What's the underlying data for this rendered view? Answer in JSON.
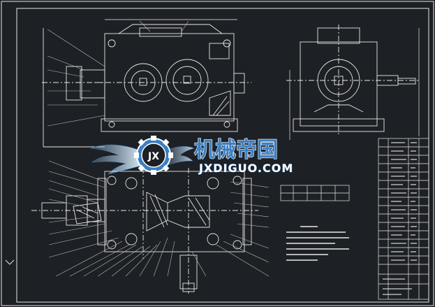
{
  "watermark": {
    "title_cn": "机械帝国",
    "site": "JXDIGUO.COM",
    "badge": "JX"
  },
  "colors": {
    "background": "#1d2024",
    "line": "#e8e8e8",
    "dim": "#bdbdbd",
    "brand_blue": "#3a7fc4"
  },
  "icons": [
    "gear-logo-icon",
    "wing-icon"
  ]
}
